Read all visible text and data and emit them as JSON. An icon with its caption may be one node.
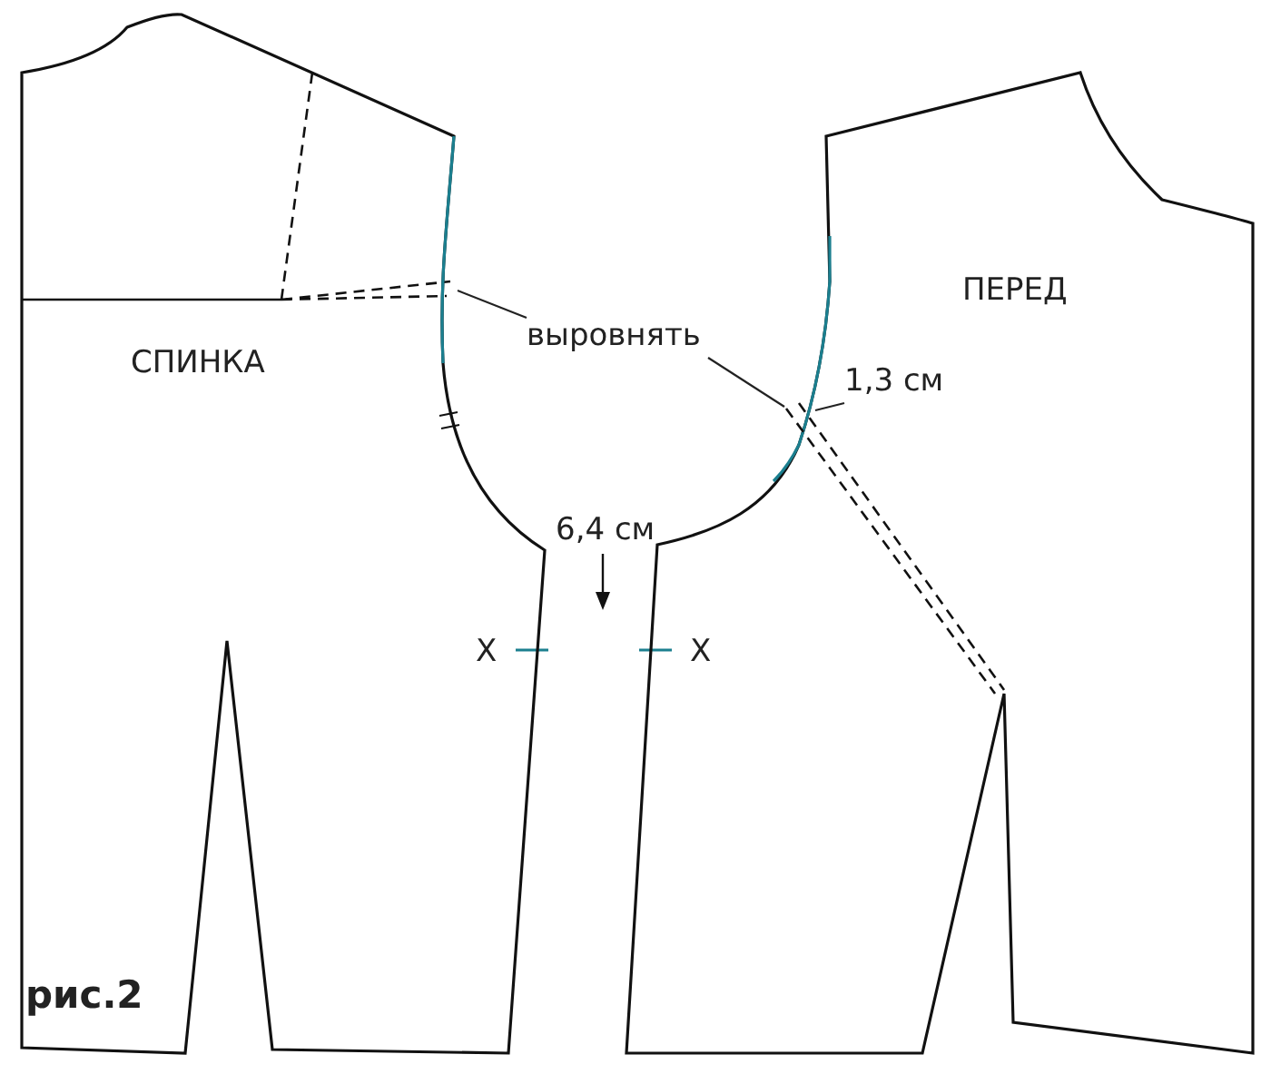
{
  "diagram": {
    "caption": "рис.2",
    "nodes": [
      {
        "text": [
          "СПИНКА"
        ]
      },
      {
        "text": [
          "ПЕРЕД"
        ]
      },
      {
        "text": [
          "выровнять"
        ]
      },
      {
        "text": [
          "1,3 см"
        ],
        "in": 1
      }
    ],
    "edges": [
      {
        "from": 2,
        "to": 0,
        "arrow": "none"
      },
      {
        "from": 2,
        "to": 1,
        "arrow": "none"
      },
      {
        "from": 3,
        "to": 1,
        "arrow": "none"
      }
    ],
    "labels": [
      "6,4 см",
      "X",
      "X"
    ]
  }
}
